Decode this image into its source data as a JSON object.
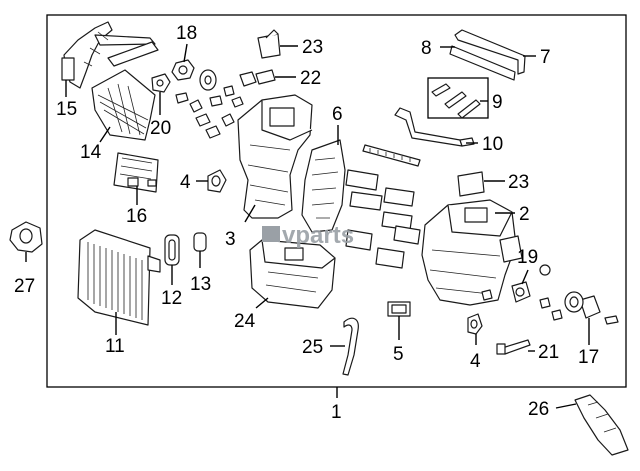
{
  "diagram": {
    "callouts": {
      "c1": "1",
      "c2": "2",
      "c3": "3",
      "c4a": "4",
      "c4b": "4",
      "c5": "5",
      "c6": "6",
      "c7": "7",
      "c8": "8",
      "c9": "9",
      "c10": "10",
      "c11": "11",
      "c12": "12",
      "c13": "13",
      "c14": "14",
      "c15": "15",
      "c16": "16",
      "c17": "17",
      "c18": "18",
      "c19": "19",
      "c20": "20",
      "c21": "21",
      "c22": "22",
      "c23a": "23",
      "c23b": "23",
      "c24": "24",
      "c25": "25",
      "c26": "26",
      "c27": "27"
    },
    "watermark": "vparts"
  },
  "colors": {
    "line": "#000000",
    "background": "#ffffff",
    "watermark": "#9aa0a6"
  }
}
